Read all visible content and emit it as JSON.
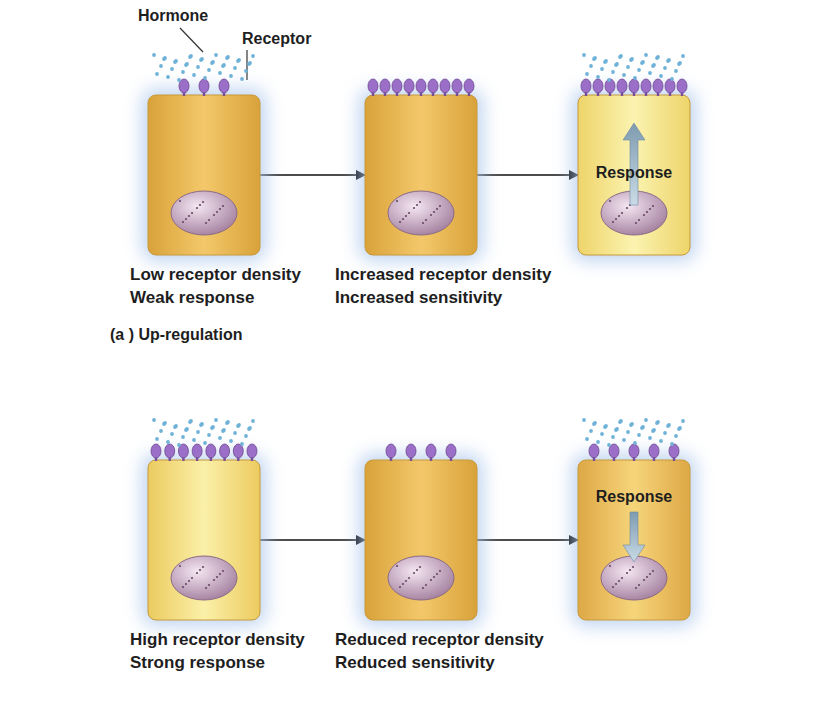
{
  "diagram": {
    "nodes": [
      {
        "text": [
          "Low receptor density",
          "Weak response"
        ]
      },
      {
        "text": [
          "Increased receptor density",
          "Increased sensitivity"
        ]
      },
      {
        "text": [
          "Response"
        ]
      },
      {
        "text": [
          "High receptor density",
          "Strong response"
        ]
      },
      {
        "text": [
          "Reduced receptor density",
          "Reduced sensitivity"
        ]
      },
      {
        "text": [
          "Response"
        ]
      }
    ],
    "edges": [
      {
        "from": 0,
        "to": 1,
        "arrow": "to"
      },
      {
        "from": 1,
        "to": 2,
        "arrow": "to"
      },
      {
        "from": 3,
        "to": 4,
        "arrow": "to"
      },
      {
        "from": 4,
        "to": 5,
        "arrow": "to"
      }
    ],
    "labels": [
      "Hormone",
      "Receptor",
      "(a ) Up-regulation"
    ]
  }
}
